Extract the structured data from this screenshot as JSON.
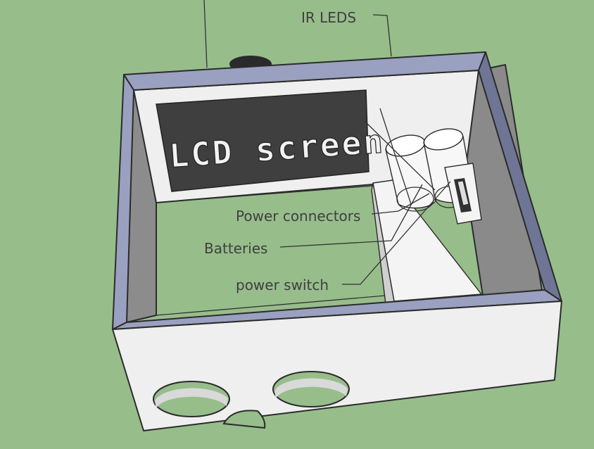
{
  "diagram": {
    "labels": {
      "ir_leds": "IR LEDS",
      "lcd_screen": "LCD screen",
      "power_connectors": "Power connectors",
      "batteries": "Batteries",
      "power_switch": "power switch"
    },
    "colors": {
      "background": "#97bd8b",
      "box_white": "#efefef",
      "box_rim": "#9aa0bf",
      "lcd_panel": "#3f3f3f",
      "inner_wall": "#8a8a8a"
    }
  }
}
